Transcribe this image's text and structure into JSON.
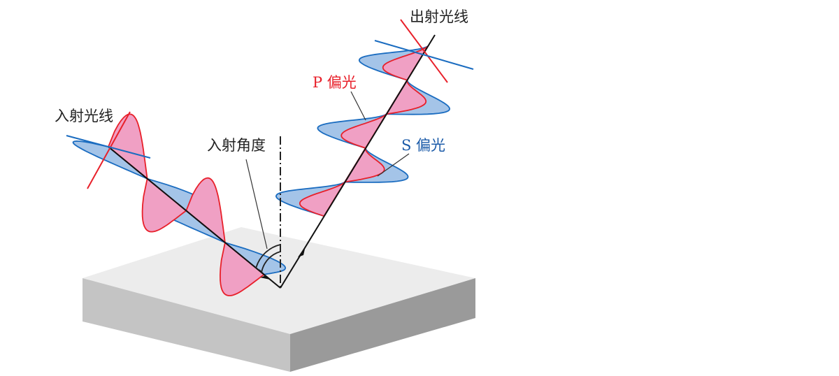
{
  "labels": {
    "incident_ray": "入射光线",
    "incident_angle": "入射角度",
    "reflected_ray": "出射光线",
    "p_polarized": "P 偏光",
    "s_polarized": "S 偏光"
  },
  "colors": {
    "p_fill": "#f0a0c4",
    "p_stroke": "#e8202a",
    "s_fill": "#a4c4e8",
    "s_stroke": "#1a6cc0",
    "s_label": "#1a5aa8",
    "p_label": "#e8202a"
  }
}
